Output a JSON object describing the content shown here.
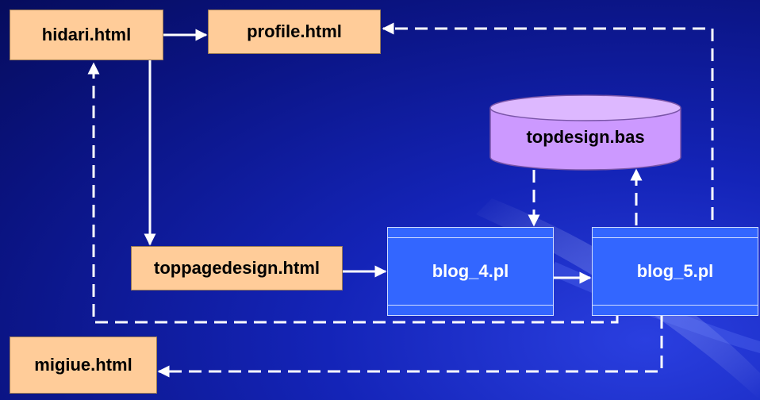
{
  "nodes": {
    "hidari": "hidari.html",
    "profile": "profile.html",
    "topdesign_db": "topdesign.bas",
    "toppagedesign": "toppagedesign.html",
    "blog4": "blog_4.pl",
    "blog5": "blog_5.pl",
    "migiue": "migiue.html"
  },
  "colors": {
    "page_fill": "#ffcc99",
    "process_fill": "#3366ff",
    "database_fill": "#cc99ff",
    "connector": "#ffffff",
    "background": "#0a1380"
  }
}
